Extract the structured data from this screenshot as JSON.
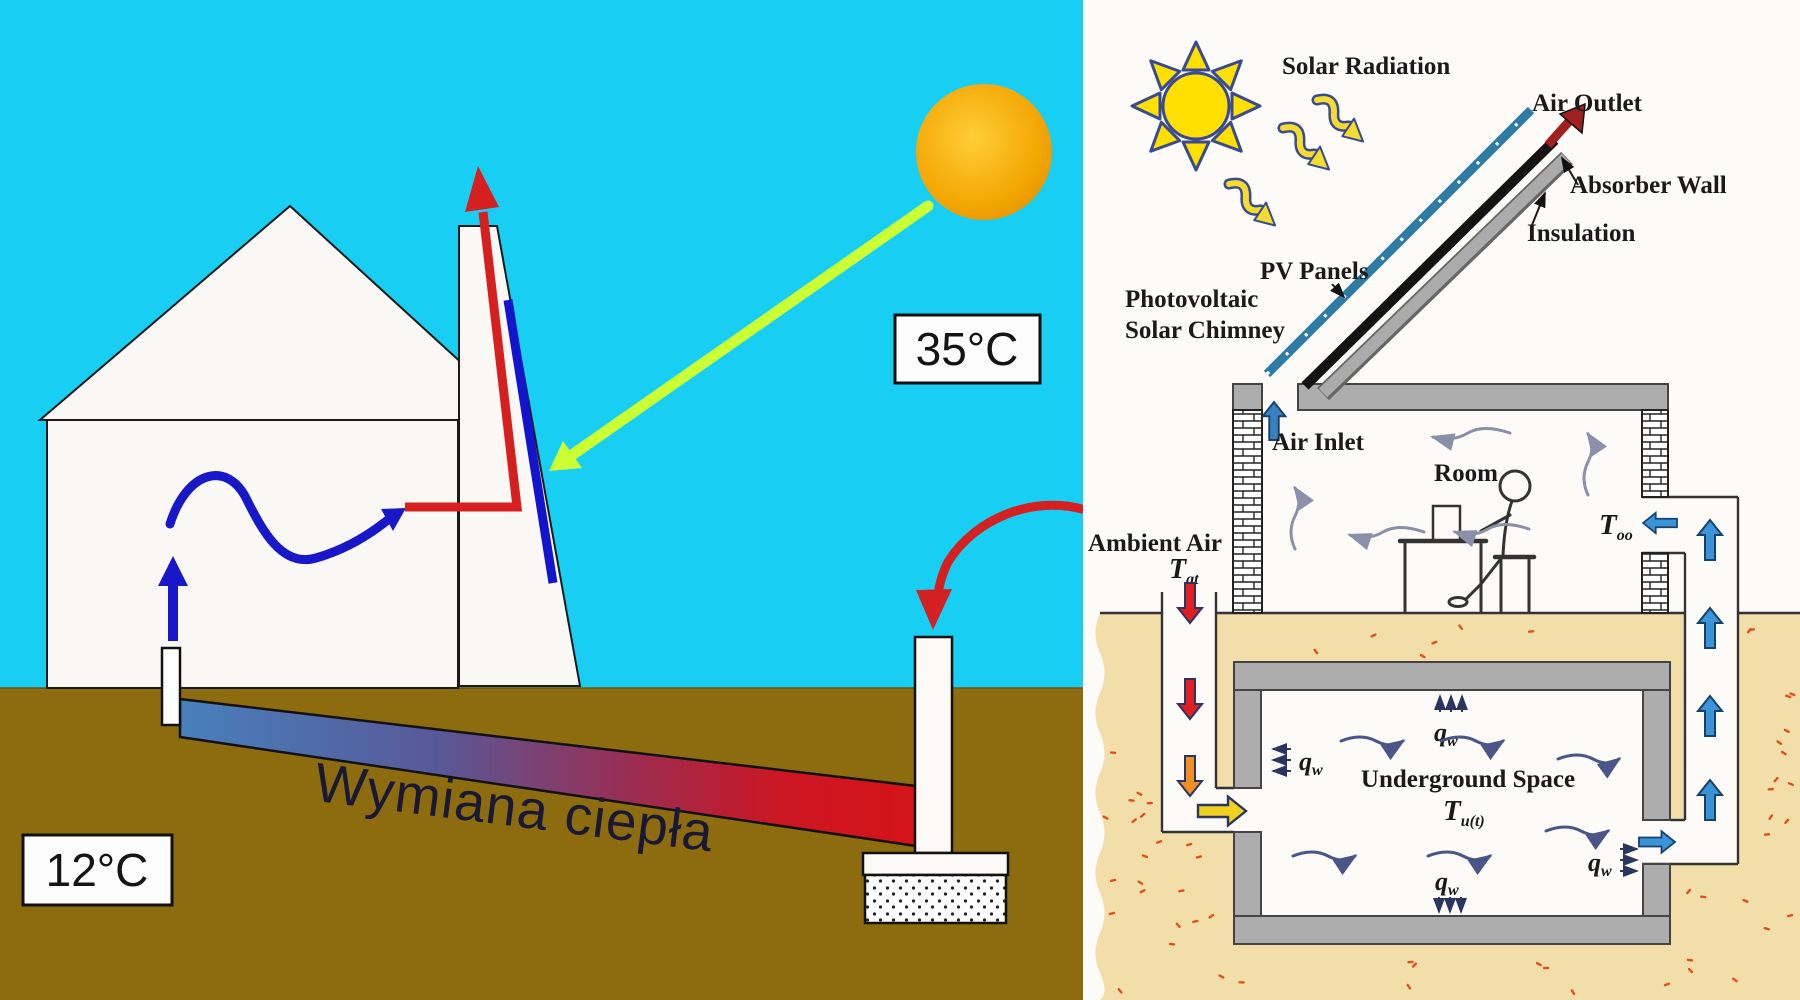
{
  "left_panel": {
    "air_temp_label": "35°C",
    "ground_temp_label": "12°C",
    "pipe_label": "Wymiana ciepła",
    "colors": {
      "sky": "#18CEF2",
      "ground": "#8D6C10",
      "sun": "#F0A607",
      "sun_ray": "#CCFF33",
      "warm_red": "#D62020",
      "cool_blue": "#1818C8",
      "pipe_cold_end": "#4880BC",
      "pipe_hot_end": "#D41418"
    }
  },
  "right_panel": {
    "labels": {
      "solar_radiation": "Solar Radiation",
      "air_outlet": "Air Outlet",
      "absorber_wall": "Absorber Wall",
      "insulation": "Insulation",
      "pv_panels": "PV Panels",
      "photovoltaic_line1": "Photovoltaic",
      "photovoltaic_line2": "Solar Chimney",
      "air_inlet": "Air Inlet",
      "room": "Room",
      "ambient_air": "Ambient Air",
      "underground_space": "Underground Space"
    },
    "symbols": {
      "ambient_temp": {
        "base": "T",
        "sub": "at"
      },
      "outlet_temp": {
        "base": "T",
        "sub": "oo"
      },
      "underground_temp": {
        "base": "T",
        "sub": "u(t)"
      },
      "wall_heat_flux": {
        "base": "q",
        "sub": "w"
      }
    },
    "colors": {
      "background": "#FCFBF8",
      "sand": "#F2DEA8",
      "speckle": "#E0501E",
      "wall_gray": "#ADADAD",
      "pv_teal": "#2E7CA6",
      "hot_arrow": "#E02020",
      "warm_arrow": "#F09020",
      "inlet_yellow": "#F0D020",
      "cool_arrow": "#3A95D8",
      "outlet_red": "#A02020",
      "sun_yellow": "#FFE000",
      "sun_outline": "#3A4A90"
    }
  }
}
